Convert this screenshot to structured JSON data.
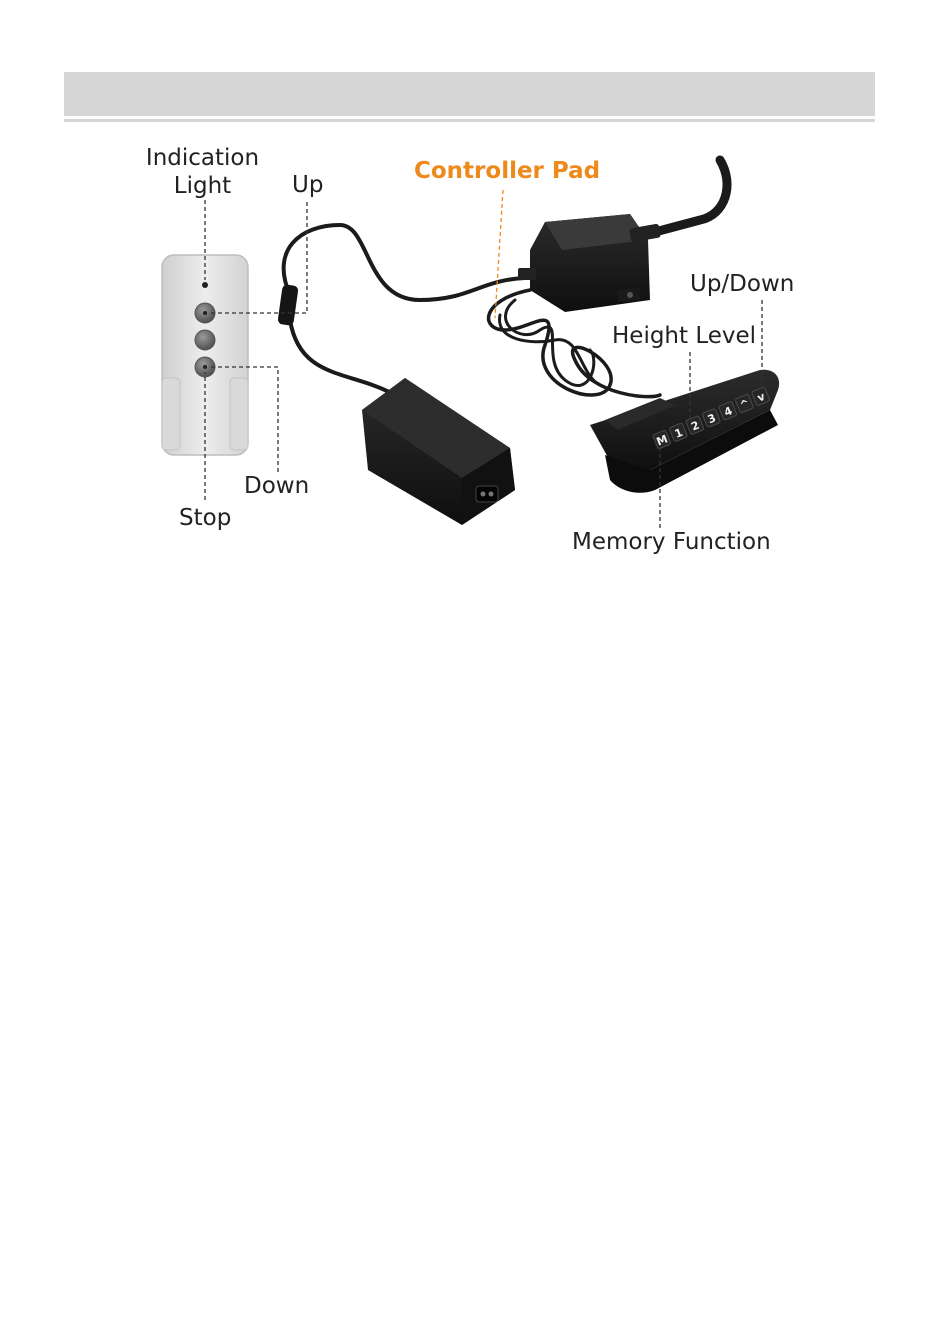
{
  "labels": {
    "indication_light_line1": "Indication",
    "indication_light_line2": "Light",
    "up": "Up",
    "controller_pad": "Controller Pad",
    "up_down": "Up/Down",
    "height_level": "Height Level",
    "down": "Down",
    "stop": "Stop",
    "memory_function": "Memory Function"
  },
  "keypad": {
    "keys": [
      "M",
      "1",
      "2",
      "3",
      "4",
      "^",
      "v"
    ]
  },
  "colors": {
    "accent": "#ee8a1c",
    "header_bar": "#d6d6d6",
    "remote_body": "#e4e4e4",
    "device_black": "#1d1d1d",
    "text": "#222222"
  }
}
